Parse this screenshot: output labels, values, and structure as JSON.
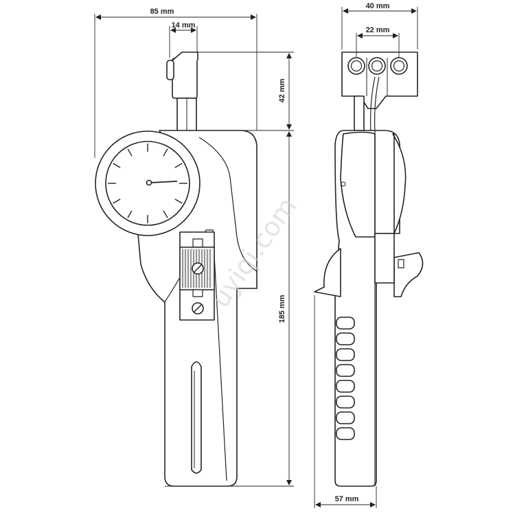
{
  "dimensions": {
    "overall_width": "85 mm",
    "probe_offset": "14 mm",
    "probe_height": "42 mm",
    "body_height": "185 mm",
    "head_width": "40 mm",
    "roller_pitch": "22 mm",
    "body_depth": "57 mm"
  },
  "watermark": "uyiqi.com",
  "colors": {
    "line": "#222222",
    "fill": "#ffffff",
    "shade": "#e6e6e6"
  }
}
